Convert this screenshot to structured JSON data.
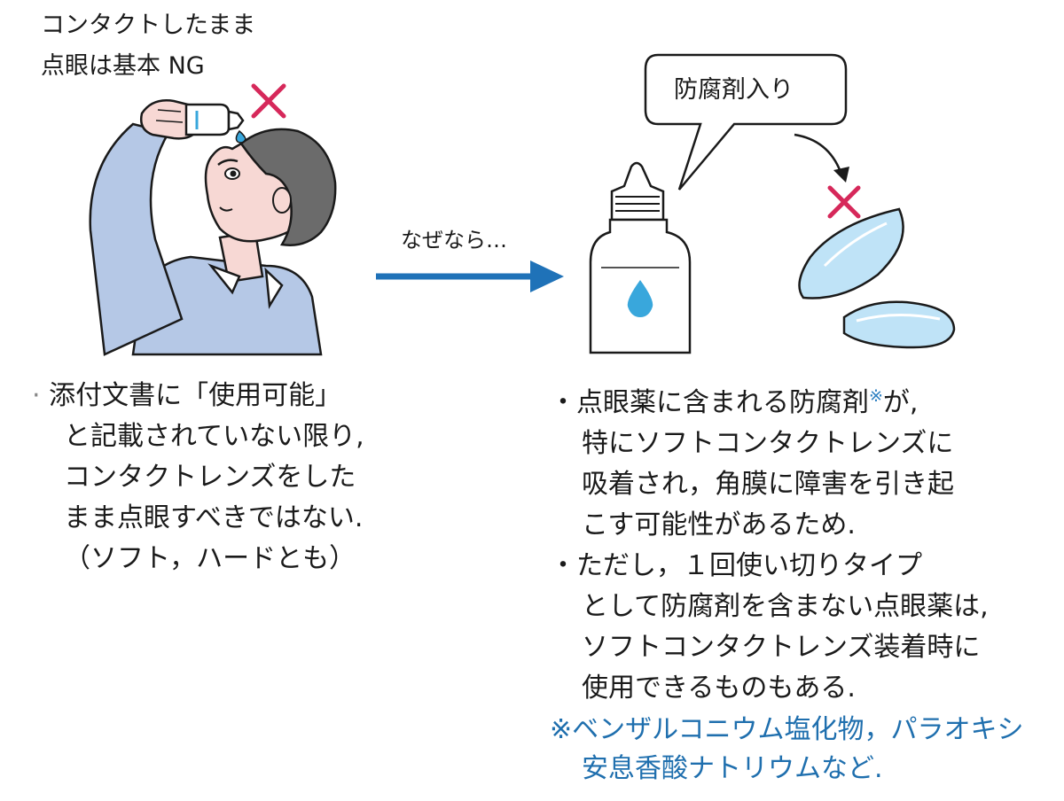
{
  "top_note": {
    "line1": "コンタクトしたまま",
    "line2": "点眼は基本 NG"
  },
  "arrow_label": "なぜなら…",
  "bubble_text": "防腐剤入り",
  "left_bullet": {
    "lines": [
      "添付文書に「使用可能」",
      "と記載されていない限り,",
      "コンタクトレンズをした",
      "まま点眼すべきではない.",
      "（ソフト，ハードとも）"
    ]
  },
  "right_bullets": {
    "b1_line1_pre": "点眼薬に含まれる防腐剤",
    "b1_mark": "※",
    "b1_line1_post": "が,",
    "b1_lines": [
      "特にソフトコンタクトレンズに",
      "吸着され，角膜に障害を引き起",
      "こす可能性があるため."
    ],
    "b2_line1": "ただし，１回使い切りタイプ",
    "b2_lines": [
      "として防腐剤を含まない点眼薬は,",
      "ソフトコンタクトレンズ装着時に",
      "使用できるものもある."
    ]
  },
  "footnote": {
    "line1": "※ベンザルコニウム塩化物，パラオキシ",
    "line2": "安息香酸ナトリウムなど."
  },
  "colors": {
    "cross": "#d6285a",
    "arrow": "#1f72b8",
    "drop": "#39a7dc",
    "lens": "#bfe3f7",
    "shirt": "#b5c8e6",
    "skin": "#f7d8d4",
    "hair": "#6b6b6b",
    "footnote": "#1f6fae"
  }
}
